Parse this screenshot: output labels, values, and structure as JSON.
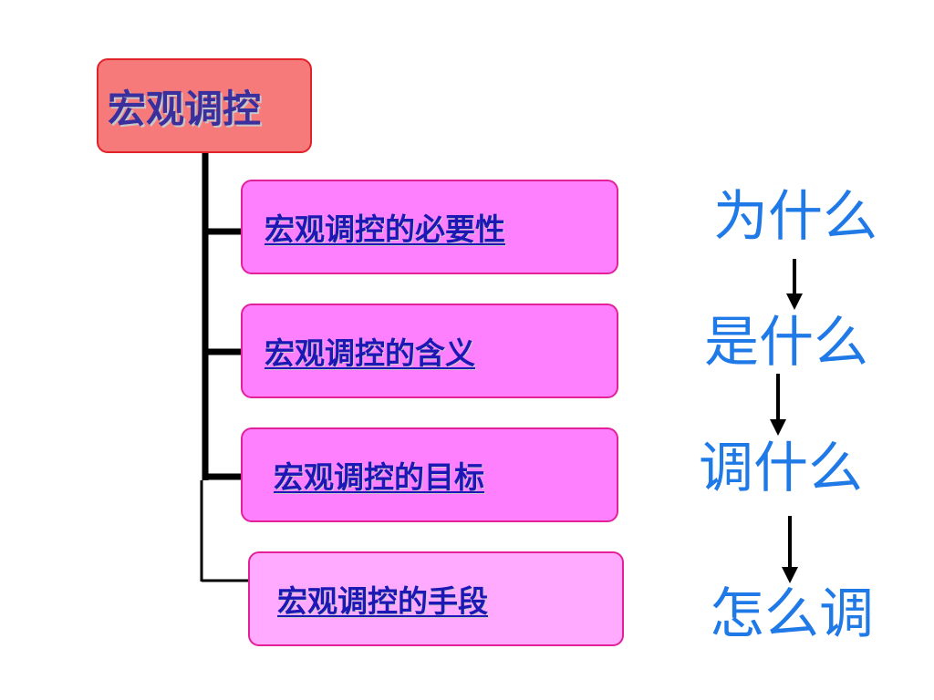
{
  "root": {
    "title": "宏观调控"
  },
  "branches": [
    {
      "label": "宏观调控的必要性"
    },
    {
      "label": "宏观调控的含义"
    },
    {
      "label": "宏观调控的目标"
    },
    {
      "label": "宏观调控的手段"
    }
  ],
  "questions": [
    {
      "text": "为什么"
    },
    {
      "text": "是什么"
    },
    {
      "text": "调什么"
    },
    {
      "text": "怎么调"
    }
  ],
  "colors": {
    "root_fill": "#f77a7a",
    "root_border": "#e0222a",
    "branch_fill": "#ff80ff",
    "branch_fill_last": "#ffaaff",
    "branch_border": "#e3209a",
    "link_text": "#1d17b5",
    "question_text": "#1f79e6"
  }
}
